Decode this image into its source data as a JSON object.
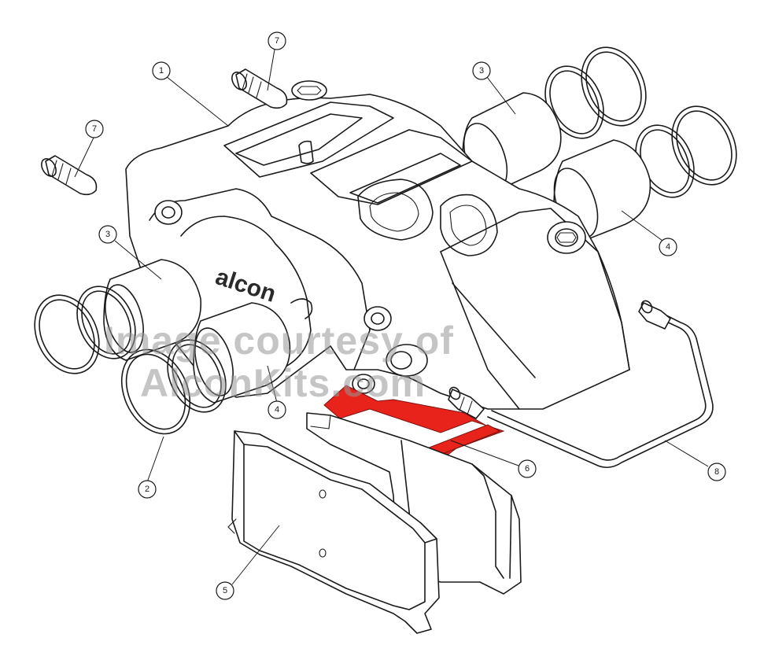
{
  "diagram": {
    "brand_text": "alcon",
    "watermark": {
      "line1": "Image courtesy of",
      "line2": "AlconKits.com"
    },
    "highlight_color": "#e8231c",
    "callouts": [
      {
        "id": "c1",
        "label": "1"
      },
      {
        "id": "c2",
        "label": "2"
      },
      {
        "id": "c3a",
        "label": "3"
      },
      {
        "id": "c3b",
        "label": "3"
      },
      {
        "id": "c4a",
        "label": "4"
      },
      {
        "id": "c4b",
        "label": "4"
      },
      {
        "id": "c5",
        "label": "5"
      },
      {
        "id": "c6",
        "label": "6"
      },
      {
        "id": "c7a",
        "label": "7"
      },
      {
        "id": "c7b",
        "label": "7"
      },
      {
        "id": "c8",
        "label": "8"
      }
    ]
  }
}
